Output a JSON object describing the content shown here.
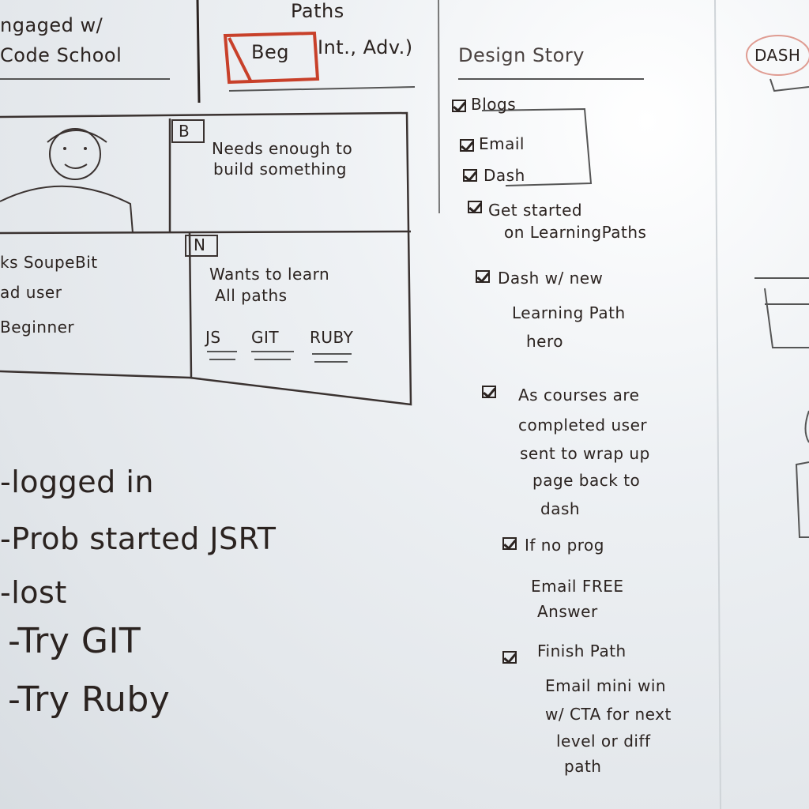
{
  "top_left": {
    "line1": "ngaged w/",
    "line2": "Code School"
  },
  "paths": {
    "title": "Paths",
    "beg": "Beg",
    "rest": "Int., Adv.)"
  },
  "persona": {
    "b_tag": "B",
    "b_text1": "Needs enough to",
    "b_text2": "build something",
    "left_text1": "ks SoupeBit",
    "left_text2": "ad user",
    "left_text3": "Beginner",
    "n_tag": "N",
    "n_text1": "Wants to learn",
    "n_text2": "All paths",
    "tags": [
      "JS",
      "GIT",
      "RUBY"
    ]
  },
  "notes": {
    "item1": "-logged in",
    "item2": "-Prob started JSRT",
    "item3": "-lost",
    "item4": "-Try GIT",
    "item5": "-Try Ruby"
  },
  "design_story": {
    "title": "Design Story",
    "items": [
      {
        "lines": [
          "Blogs"
        ]
      },
      {
        "lines": [
          "Email"
        ]
      },
      {
        "lines": [
          "Dash"
        ]
      },
      {
        "lines": [
          "Get started",
          "on LearningPaths"
        ]
      },
      {
        "lines": [
          "Dash w/ new",
          "Learning Path",
          "hero"
        ]
      },
      {
        "lines": [
          "As courses are",
          "completed user",
          "sent to wrap up",
          "page    back to",
          "dash"
        ]
      },
      {
        "lines": [
          "If no prog",
          "Email FREE",
          "Answer"
        ]
      },
      {
        "lines": [
          "Finish Path",
          "Email mini win",
          "w/ CTA for next",
          "level or diff",
          "path"
        ]
      }
    ]
  },
  "right_edge": {
    "dash": "DASH"
  }
}
